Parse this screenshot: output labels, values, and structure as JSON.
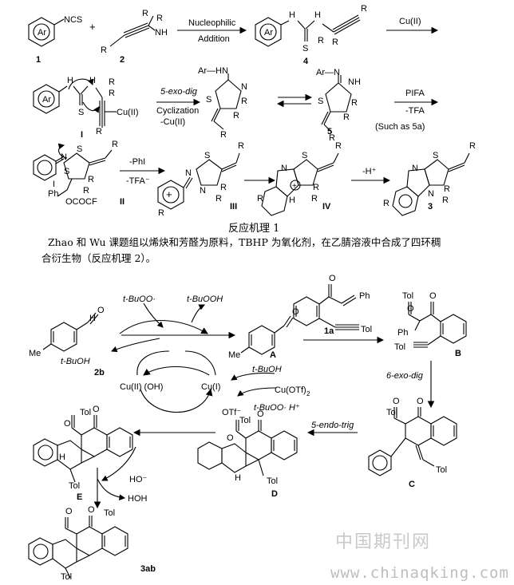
{
  "scheme1": {
    "compounds": {
      "c1": "1",
      "c2": "2",
      "c4": "4",
      "cI": "I",
      "c5": "5",
      "cII": "II",
      "cIII": "III",
      "cIV": "IV",
      "c3": "3"
    },
    "atoms": {
      "ncs": "NCS",
      "nh2": "NH",
      "nh2_sub": "2",
      "ar": "Ar",
      "h": "H",
      "n": "N",
      "s": "S",
      "cu": "Cu(II)",
      "ar_hn": "Ar—HN",
      "ar_n": "Ar—N",
      "nh": "NH",
      "r1": "R",
      "r2": "R",
      "r3": "R",
      "sup1": "1",
      "sup2": "2",
      "sup3": "3",
      "i": "I",
      "o": "O",
      "ph": "Ph",
      "cf3": "OCOCF",
      "cf3_sub": "3",
      "r": "R",
      "plus": "+"
    },
    "arrows": {
      "a1_top": "Nucleophilic",
      "a1_bot": "Addition",
      "a2_top": "Cu(II)",
      "a3_top": "5-exo-dig",
      "a3_mid": "Cyclization",
      "a3_bot": "-Cu(II)",
      "a4_top": "PIFA",
      "a4_bot": "-TFA",
      "a5_top": "-PhI",
      "a5_bot": "-TFA⁻",
      "a6_top": "-H⁺"
    },
    "plus_sign": "+",
    "such_as": "(Such as 5a)"
  },
  "caption1": "反应机理 1",
  "paragraph": {
    "line1": "Zhao 和 Wu 课题组以烯炔和芳醛为原料，TBHP 为氧化剂，在乙腈溶液中合成了四环稠",
    "line2": "合衍生物（反应机理 2）。"
  },
  "scheme2": {
    "tbuoo_rad": "t-BuOO·",
    "tbuooh": "t-BuOOH",
    "tbuoh_left": "t-BuOH",
    "tbuoh_right": "t-BuOH",
    "me_left": "Me",
    "me_right": "Me",
    "o": "O",
    "h": "H",
    "c2b": "2b",
    "cA": "A",
    "c1a": "1a",
    "cB": "B",
    "cC": "C",
    "cD": "D",
    "cE": "E",
    "c3ab": "3ab",
    "ph": "Ph",
    "tol": "Tol",
    "cu2": "Cu(II) (OH)",
    "cu1": "Cu(I)",
    "cuotf": "Cu(OTf)",
    "cuotf_sub": "2",
    "otf": "OTf⁻",
    "tbuoo_h": "t-BuOO·  H⁺",
    "step_6exo": "6-exo-dig",
    "step_5endo": "5-endo-trig",
    "ho_minus": "HO⁻",
    "hoh": "HOH"
  },
  "watermark": {
    "cn": "中国期刊网",
    "url": "www.chinaqking.com"
  }
}
